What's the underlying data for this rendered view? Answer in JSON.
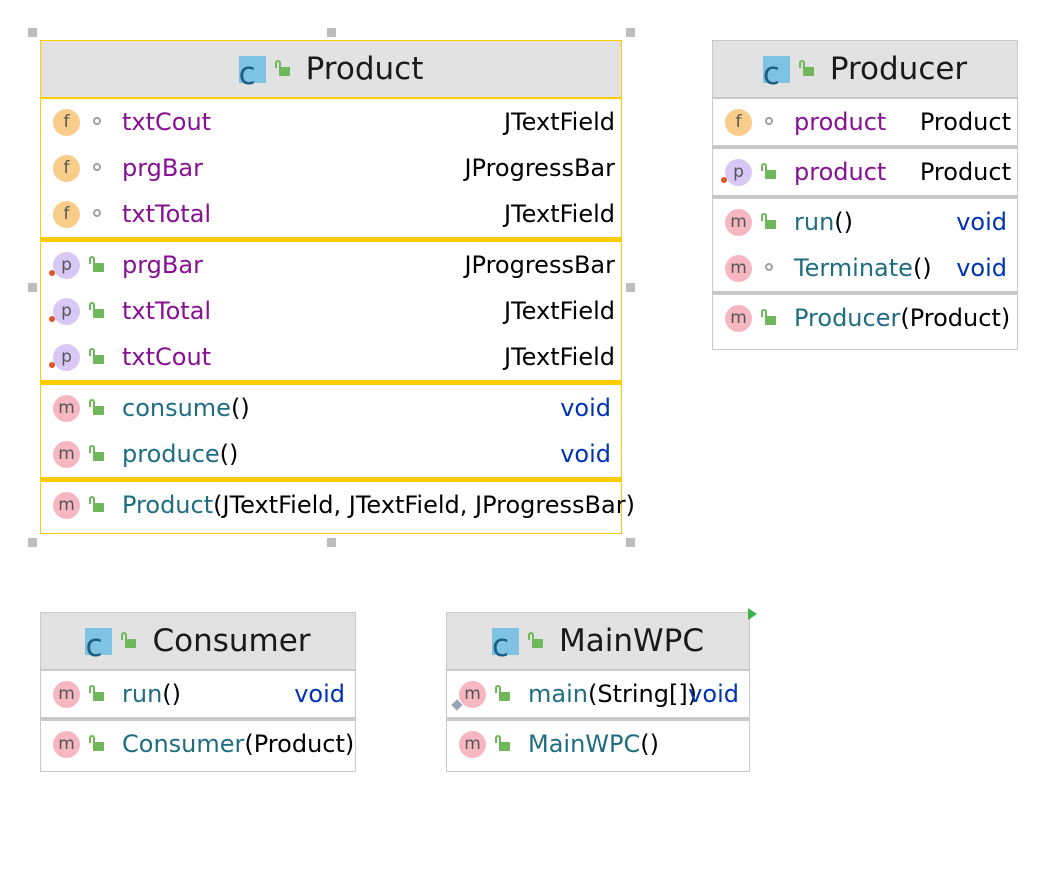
{
  "classes": {
    "product": {
      "name": "Product",
      "kind_letter": "c",
      "fields": [
        {
          "badge": "f",
          "name": "txtCout",
          "type": "JTextField"
        },
        {
          "badge": "f",
          "name": "prgBar",
          "type": "JProgressBar"
        },
        {
          "badge": "f",
          "name": "txtTotal",
          "type": "JTextField"
        }
      ],
      "properties": [
        {
          "badge": "p",
          "name": "prgBar",
          "type": "JProgressBar"
        },
        {
          "badge": "p",
          "name": "txtTotal",
          "type": "JTextField"
        },
        {
          "badge": "p",
          "name": "txtCout",
          "type": "JTextField"
        }
      ],
      "methods": [
        {
          "badge": "m",
          "name": "consume",
          "params": "()",
          "type": "void"
        },
        {
          "badge": "m",
          "name": "produce",
          "params": "()",
          "type": "void"
        }
      ],
      "constructors": [
        {
          "badge": "m",
          "name": "Product",
          "params": "(JTextField, JTextField, JProgressBar)"
        }
      ]
    },
    "producer": {
      "name": "Producer",
      "kind_letter": "c",
      "fields": [
        {
          "badge": "f",
          "name": "product",
          "type": "Product"
        }
      ],
      "properties": [
        {
          "badge": "p",
          "name": "product",
          "type": "Product"
        }
      ],
      "methods": [
        {
          "badge": "m",
          "name": "run",
          "params": "()",
          "type": "void"
        },
        {
          "badge": "m",
          "name": "Terminate",
          "params": "()",
          "type": "void"
        }
      ],
      "constructors": [
        {
          "badge": "m",
          "name": "Producer",
          "params": "(Product)"
        }
      ]
    },
    "consumer": {
      "name": "Consumer",
      "kind_letter": "c",
      "methods": [
        {
          "badge": "m",
          "name": "run",
          "params": "()",
          "type": "void"
        }
      ],
      "constructors": [
        {
          "badge": "m",
          "name": "Consumer",
          "params": "(Product)"
        }
      ]
    },
    "mainwpc": {
      "name": "MainWPC",
      "kind_letter": "c",
      "methods": [
        {
          "badge": "m",
          "name": "main",
          "params": "(String[])",
          "type": "void"
        }
      ],
      "constructors": [
        {
          "badge": "m",
          "name": "MainWPC",
          "params": "()"
        }
      ]
    }
  },
  "colors": {
    "selection_border": "#ffcc00",
    "header_bg": "#e2e2e2",
    "field_name": "#871094",
    "method_name": "#1f6d82",
    "void_type": "#0033b3",
    "badge_field": "#f8cd8a",
    "badge_property": "#d8c8f6",
    "badge_method": "#f6b7c0",
    "badge_class": "#7fc3e4",
    "public_lock": "#6fb85a"
  },
  "icons": {
    "class": "class-c-icon",
    "public": "lock-open-icon",
    "package_private": "circle-icon",
    "field": "field-f-icon",
    "property": "property-p-icon",
    "method": "method-m-icon"
  }
}
